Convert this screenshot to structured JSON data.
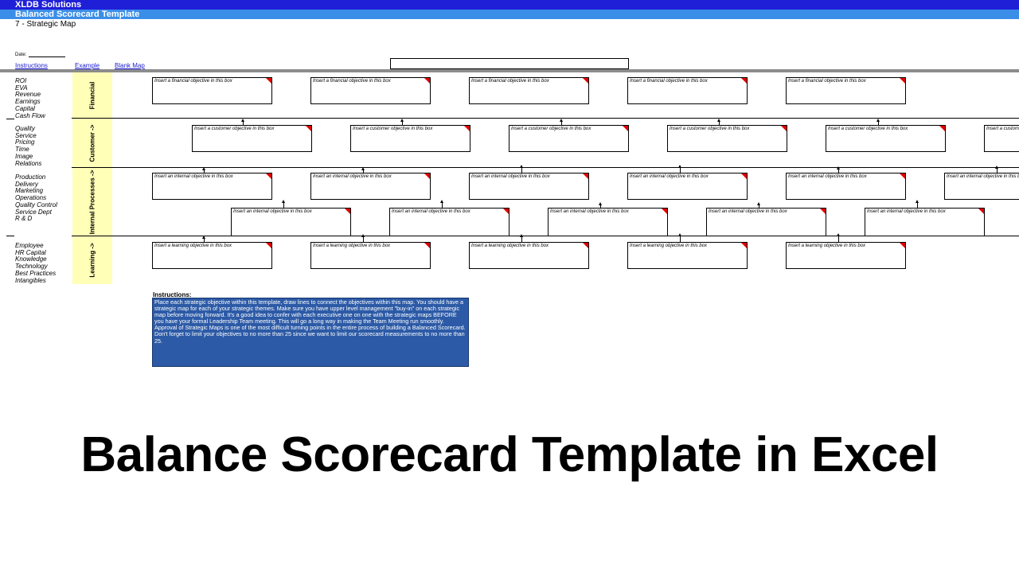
{
  "header": {
    "company": "XLDB Solutions",
    "title": "Balanced Scorecard Template",
    "subtitle": "7 - Strategic Map"
  },
  "date_label": "Date:",
  "links": {
    "instructions": "Instructions",
    "example": "Example",
    "blank_map": "Blank Map"
  },
  "perspectives": {
    "financial": {
      "label": "Financial",
      "measures": [
        "ROI",
        "EVA",
        "Revenue",
        "Earnings",
        "Capital",
        "Cash Flow"
      ]
    },
    "customer": {
      "label": "Customer ->",
      "measures": [
        "Quality",
        "Service",
        "Pricing",
        "Time",
        "Image",
        "Relations"
      ]
    },
    "internal": {
      "label": "Internal Processes ->",
      "measures": [
        "Production",
        "Delivery",
        "Marketing",
        "Operations",
        "Quality Control",
        "Service Dept",
        "R & D"
      ]
    },
    "learning": {
      "label": "Learning ->",
      "measures": [
        "Employee",
        "HR Capital",
        "Knowledge",
        "Technology",
        "Best Practices",
        "Intangibles"
      ]
    }
  },
  "objectives": {
    "financial": "Insert a financial objective in this box",
    "customer": "Insert a customer objective in this box",
    "internal": "Insert an internal objective in this box",
    "learning": "Insert a learning objective in this box"
  },
  "instructions": {
    "title": "Instructions:",
    "body": "Place each strategic objective within this template, draw lines to connect the objectives within this map. You should have a strategic map for each of your strategic themes. Make sure you have upper level management \"buy-in\" on each strategic map before moving forward. It's a good idea to confer with each executive one on one with the strategic maps BEFORE you have your formal Leadership Team meeting. This will go a long way in making the Team Meeting run smoothly. Approval of Strategic Maps is one of the most difficult turning points in the entire process of building a Balanced Scorecard. Don't forget to limit your objectives to no more than 25 since we want to limit our scorecard measurements to no more than 25."
  },
  "caption": "Balance Scorecard Template in Excel",
  "colors": {
    "header_dark": "#1f1fd8",
    "header_light": "#3b8ee8",
    "perspective_fill": "#ffffb8",
    "instruction_fill": "#2c5aa6",
    "note_marker": "#e00000"
  }
}
